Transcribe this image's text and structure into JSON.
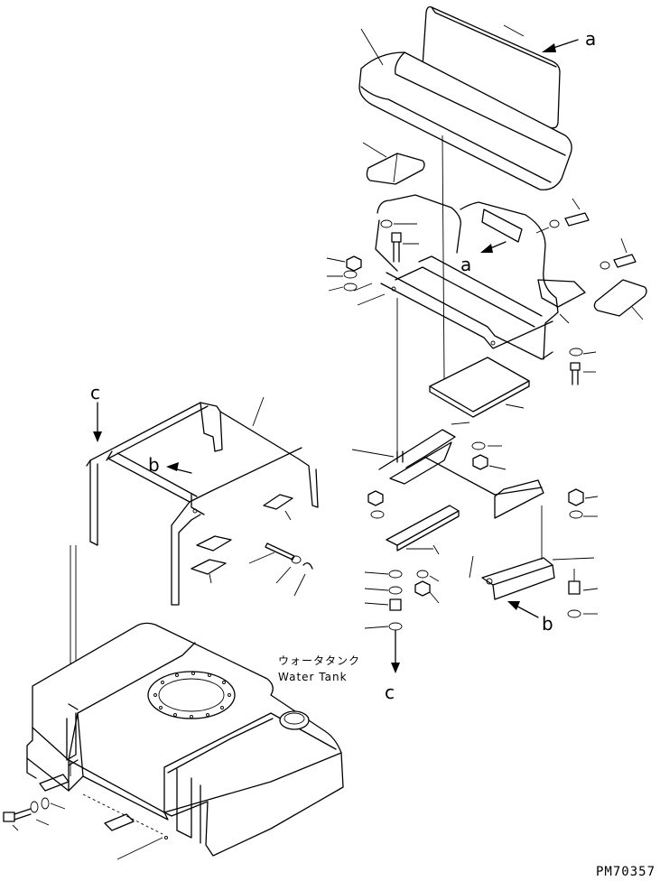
{
  "labels": {
    "a_top": "a",
    "a_mid": "a",
    "b_left": "b",
    "b_right": "b",
    "c_top": "c",
    "c_bottom": "c"
  },
  "water_tank": {
    "japanese": "ウォータタンク",
    "english": "Water Tank"
  },
  "drawing_code": "PM70357"
}
